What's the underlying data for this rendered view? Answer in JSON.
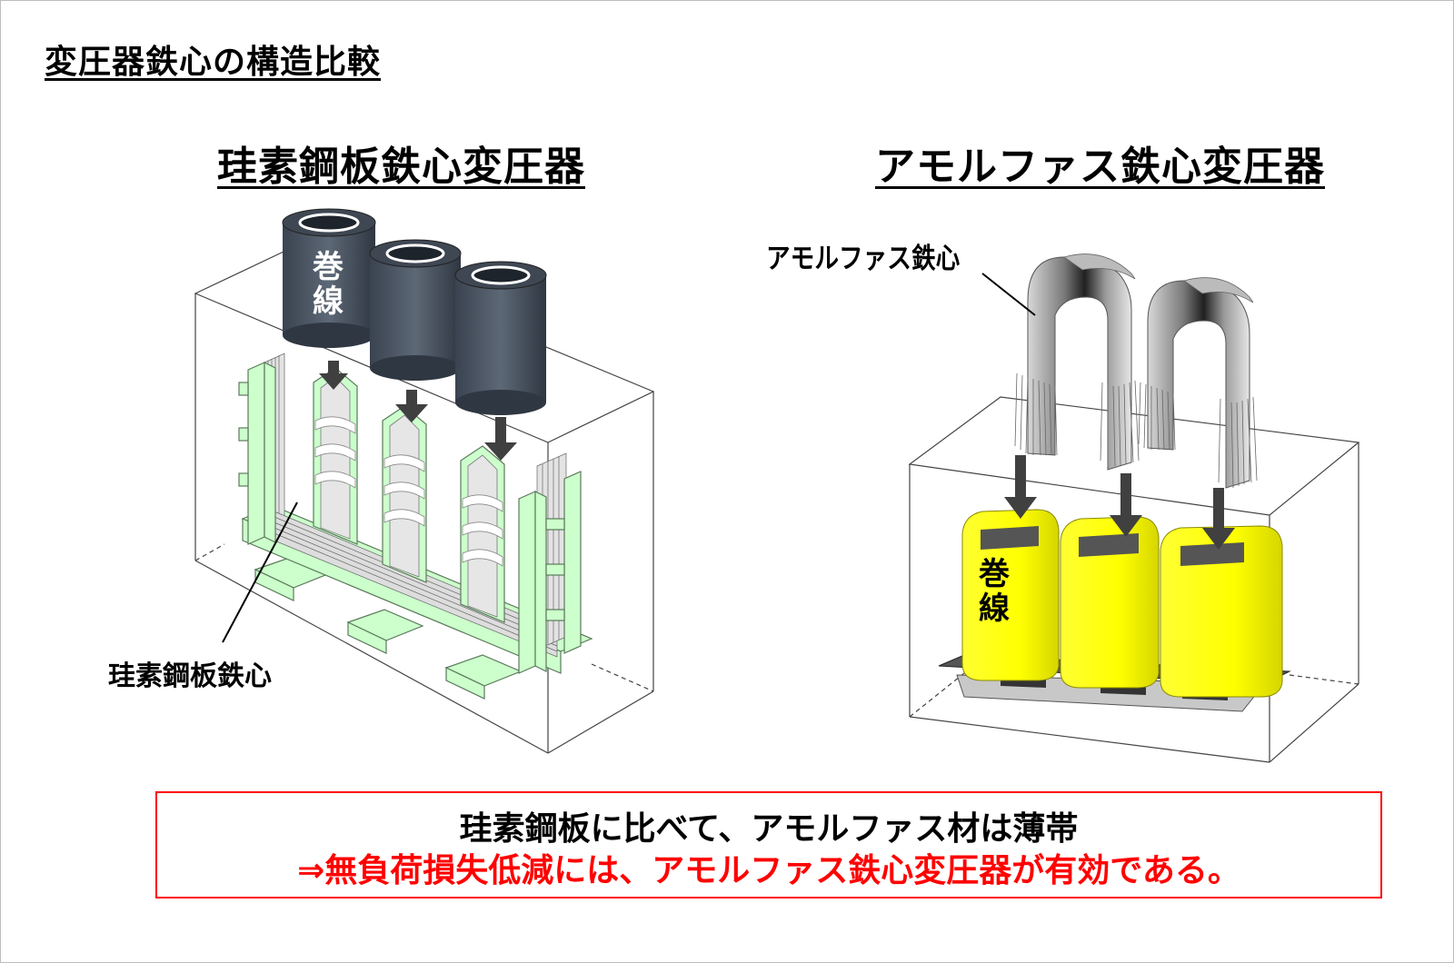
{
  "page_title": "変圧器鉄心の構造比較",
  "left": {
    "title": "珪素鋼板鉄心変圧器",
    "coil_label": "巻\n線",
    "core_label": "珪素鋼板鉄心"
  },
  "right": {
    "title": "アモルファス鉄心変圧器",
    "core_label": "アモルファス鉄心",
    "coil_label": "巻\n線"
  },
  "summary": {
    "line1": "珪素鋼板に比べて、アモルファス材は薄帯",
    "line2": "⇒無負荷損失低減には、アモルファス鉄心変圧器が有効である。"
  },
  "colors": {
    "summary_border": "#ff0000",
    "summary_emphasis": "#ff0000",
    "silicon_core": "#ccffcc",
    "silicon_coil": "#4a5563",
    "amorphous_coil": "#ffff00",
    "amorphous_core": "#9a9a9a",
    "arrow": "#404040"
  }
}
